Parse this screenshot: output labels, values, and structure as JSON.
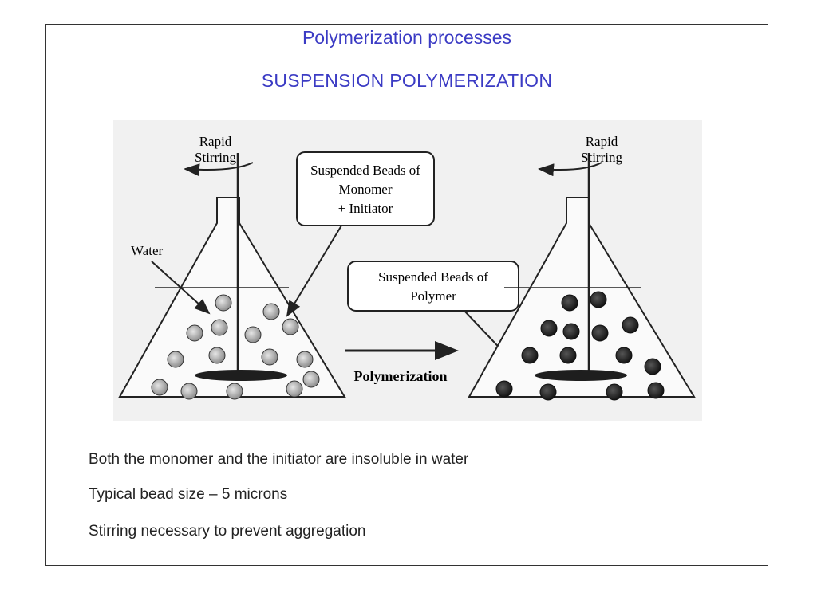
{
  "slide": {
    "title": "Polymerization processes",
    "subtitle": "SUSPENSION POLYMERIZATION"
  },
  "diagram": {
    "left_stirring_label": [
      "Rapid",
      "Stirring"
    ],
    "right_stirring_label": [
      "Rapid",
      "Stirring"
    ],
    "water_label": "Water",
    "monomer_callout": [
      "Suspended Beads of",
      "Monomer",
      "+ Initiator"
    ],
    "polymer_callout": [
      "Suspended Beads of",
      "Polymer"
    ],
    "process_label": "Polymerization",
    "colors": {
      "monomer_bead": "#b8b8b8",
      "polymer_bead": "#2a2a2a",
      "line": "#222222"
    }
  },
  "bullets": [
    "Both the monomer and the initiator are insoluble in water",
    "Typical bead size – 5 microns",
    "Stirring necessary to prevent aggregation"
  ]
}
